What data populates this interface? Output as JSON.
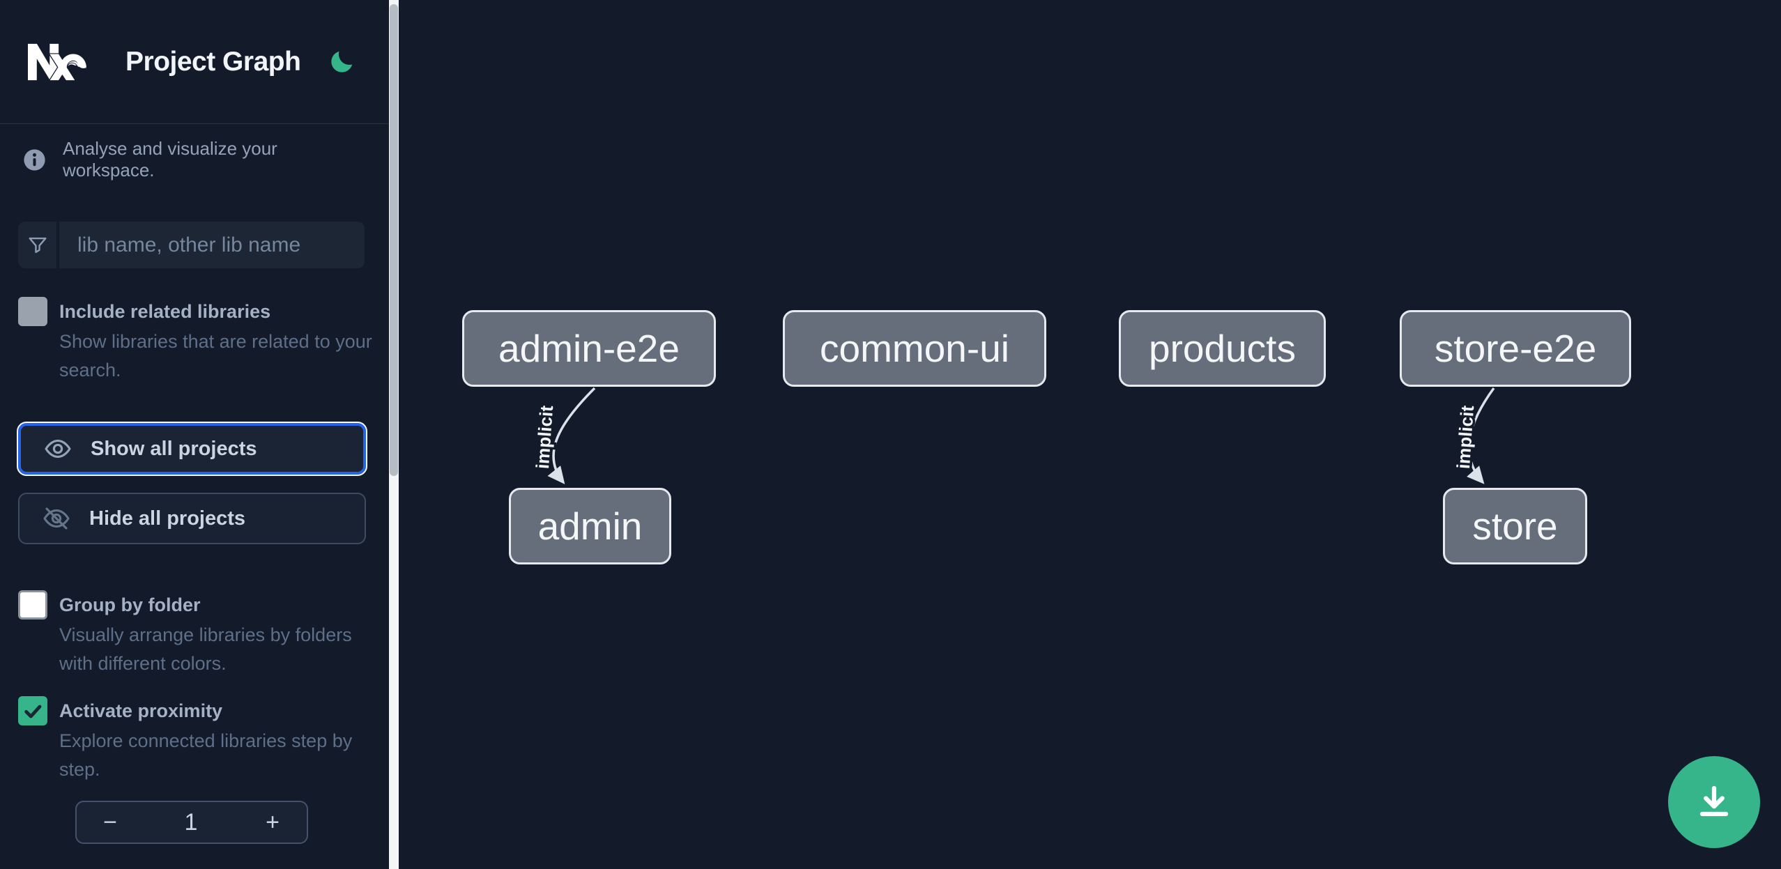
{
  "header": {
    "title": "Project Graph",
    "logo": "nx-logo",
    "theme_toggle_icon": "moon-icon"
  },
  "colors": {
    "accent_green": "#36b48a",
    "focus_blue": "#2563eb",
    "node_fill": "#666e7c",
    "node_border": "#e6e9ee",
    "edge": "#dce2ea",
    "background": "#131a2a"
  },
  "sidebar": {
    "info_text": "Analyse and visualize your workspace.",
    "search": {
      "placeholder": "lib name, other lib name",
      "value": "",
      "icon": "funnel-icon"
    },
    "toggles": [
      {
        "label": "Include related libraries",
        "description": "Show libraries that are related to your search.",
        "checked": false
      },
      {
        "label": "Group by folder",
        "description": "Visually arrange libraries by folders with different colors.",
        "checked": false
      },
      {
        "label": "Activate proximity",
        "description": "Explore connected libraries step by step.",
        "checked": true
      }
    ],
    "buttons": [
      {
        "label": "Show all projects",
        "icon": "eye-icon",
        "focused": true
      },
      {
        "label": "Hide all projects",
        "icon": "eye-off-icon",
        "focused": false
      }
    ],
    "stepper": {
      "decrement": "−",
      "value": "1",
      "increment": "+"
    }
  },
  "graph": {
    "nodes": [
      {
        "label": "admin-e2e"
      },
      {
        "label": "common-ui"
      },
      {
        "label": "products"
      },
      {
        "label": "store-e2e"
      },
      {
        "label": "admin"
      },
      {
        "label": "store"
      }
    ],
    "edges": [
      {
        "from": "admin-e2e",
        "to": "admin",
        "label": "implicit"
      },
      {
        "from": "store-e2e",
        "to": "store",
        "label": "implicit"
      }
    ]
  },
  "fab": {
    "icon": "download-icon"
  }
}
